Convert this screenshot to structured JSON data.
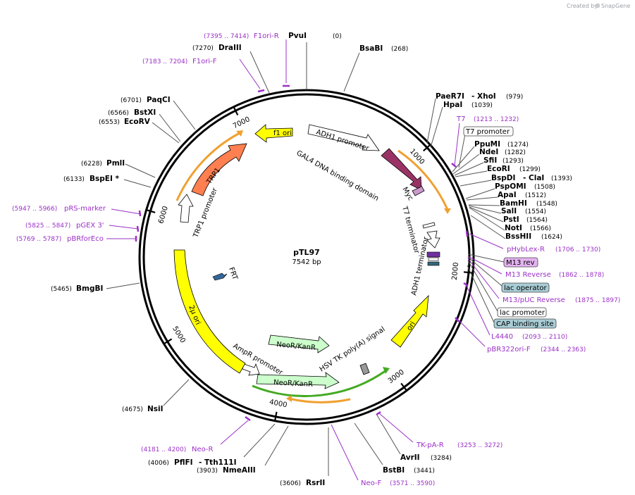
{
  "brand": {
    "prefix": "Created by",
    "name": "SnapGene"
  },
  "plasmid": {
    "name": "pTL97",
    "length": "7542 bp",
    "total_bp": 7542
  },
  "ticks": [
    {
      "bp": 1000,
      "label": "1000"
    },
    {
      "bp": 2000,
      "label": "2000"
    },
    {
      "bp": 3000,
      "label": "3000"
    },
    {
      "bp": 4000,
      "label": "4000"
    },
    {
      "bp": 5000,
      "label": "5000"
    },
    {
      "bp": 6000,
      "label": "6000"
    },
    {
      "bp": 7000,
      "label": "7000"
    }
  ],
  "sites": [
    {
      "name": "PvuI",
      "pos": "(0)",
      "bp": 0
    },
    {
      "name": "BsaBI",
      "pos": "(268)",
      "bp": 268
    },
    {
      "name": "PaeR7I",
      "suffix": "- XhoI",
      "pos": "(979)",
      "bp": 979
    },
    {
      "name": "HpaI",
      "pos": "(1039)",
      "bp": 1039
    },
    {
      "name": "PpuMI",
      "pos": "(1274)",
      "bp": 1274
    },
    {
      "name": "NdeI",
      "pos": "(1282)",
      "bp": 1282
    },
    {
      "name": "SfiI",
      "pos": "(1293)",
      "bp": 1293
    },
    {
      "name": "EcoRI",
      "pos": "(1299)",
      "bp": 1299
    },
    {
      "name": "BspDI",
      "suffix": "- ClaI",
      "pos": "(1393)",
      "bp": 1393
    },
    {
      "name": "PspOMI",
      "pos": "(1508)",
      "bp": 1508
    },
    {
      "name": "ApaI",
      "pos": "(1512)",
      "bp": 1512
    },
    {
      "name": "BamHI",
      "pos": "(1548)",
      "bp": 1548
    },
    {
      "name": "SalI",
      "pos": "(1554)",
      "bp": 1554
    },
    {
      "name": "PstI",
      "pos": "(1564)",
      "bp": 1564
    },
    {
      "name": "NotI",
      "pos": "(1566)",
      "bp": 1566
    },
    {
      "name": "BssHII",
      "pos": "(1624)",
      "bp": 1624
    },
    {
      "name": "AvrII",
      "pos": "(3284)",
      "bp": 3284
    },
    {
      "name": "BstBI",
      "pos": "(3441)",
      "bp": 3441
    },
    {
      "name": "RsrII",
      "pos": "(3606)",
      "bp": 3606
    },
    {
      "name": "NmeAIII",
      "pos": "(3903)",
      "bp": 3903
    },
    {
      "name": "PflFI",
      "suffix": "- Tth111I",
      "pos": "(4006)",
      "bp": 4006
    },
    {
      "name": "NsiI",
      "pos": "(4675)",
      "bp": 4675
    },
    {
      "name": "BmgBI",
      "pos": "(5465)",
      "bp": 5465
    },
    {
      "name": "BspEI *",
      "pos": "(6133)",
      "bp": 6133
    },
    {
      "name": "PmlI",
      "pos": "(6228)",
      "bp": 6228
    },
    {
      "name": "EcoRV",
      "pos": "(6553)",
      "bp": 6553
    },
    {
      "name": "BstXI",
      "pos": "(6566)",
      "bp": 6566
    },
    {
      "name": "PaqCI",
      "pos": "(6701)",
      "bp": 6701
    },
    {
      "name": "DraIII",
      "pos": "(7270)",
      "bp": 7270
    }
  ],
  "primers": [
    {
      "name": "F1ori-R",
      "range": "(7395 .. 7414)",
      "bp": 7404
    },
    {
      "name": "F1ori-F",
      "range": "(7183 .. 7204)",
      "bp": 7193
    },
    {
      "name": "pRS-marker",
      "range": "(5947 .. 5966)",
      "bp": 5956
    },
    {
      "name": "pGEX 3'",
      "range": "(5825 .. 5847)",
      "bp": 5836
    },
    {
      "name": "pBRforEco",
      "range": "(5769 .. 5787)",
      "bp": 5778
    },
    {
      "name": "T7",
      "range": "(1213 .. 1232)",
      "bp": 1222
    },
    {
      "name": "pHybLex-R",
      "range": "(1706 .. 1730)",
      "bp": 1718
    },
    {
      "name": "M13 Reverse",
      "range": "(1862 .. 1878)",
      "bp": 1870
    },
    {
      "name": "M13/pUC Reverse",
      "range": "(1875 .. 1897)",
      "bp": 1886
    },
    {
      "name": "L4440",
      "range": "(2093 .. 2110)",
      "bp": 2101
    },
    {
      "name": "pBR322ori-F",
      "range": "(2344 .. 2363)",
      "bp": 2353
    },
    {
      "name": "TK-pA-R",
      "range": "(3253 .. 3272)",
      "bp": 3262
    },
    {
      "name": "Neo-F",
      "range": "(3571 .. 3590)",
      "bp": 3580
    },
    {
      "name": "Neo-R",
      "range": "(4181 .. 4200)",
      "bp": 4190
    }
  ],
  "boxed_features": [
    {
      "name": "T7 promoter",
      "style": "white"
    },
    {
      "name": "M13 rev",
      "style": "purple"
    },
    {
      "name": "lac operator",
      "style": "teal"
    },
    {
      "name": "lac promoter",
      "style": "white"
    },
    {
      "name": "CAP binding site",
      "style": "teal"
    }
  ],
  "features": [
    {
      "name": "f1 ori",
      "color": "#ffff00"
    },
    {
      "name": "ADH1 promoter",
      "color": "#ffffff"
    },
    {
      "name": "GAL4 DNA binding domain",
      "color": "#993366"
    },
    {
      "name": "Myc",
      "color": "#cc99cc"
    },
    {
      "name": "T7 terminator",
      "color": "#ffffff"
    },
    {
      "name": "ADH1 terminator",
      "color": "#ffffff"
    },
    {
      "name": "ori",
      "color": "#ffff00"
    },
    {
      "name": "HSV TK poly(A) signal",
      "color": "#999999"
    },
    {
      "name": "NeoR/KanR",
      "color": "#ccffcc"
    },
    {
      "name": "NeoR/KanR",
      "color": "#ccffcc"
    },
    {
      "name": "AmpR promoter",
      "color": "#ffffff"
    },
    {
      "name": "2μ ori",
      "color": "#ffff00"
    },
    {
      "name": "FRT",
      "color": "#336699"
    },
    {
      "name": "TRP1 promoter",
      "color": "#ffffff"
    },
    {
      "name": "TRP1",
      "color": "#ff7f50"
    }
  ],
  "colors": {
    "backbone": "#000000",
    "primer": "#9b30c7",
    "orf_orange": "#f0a030",
    "orf_green": "#44aa22",
    "boxed_purple": "#e4b3f0",
    "boxed_teal": "#a9cdd6"
  }
}
